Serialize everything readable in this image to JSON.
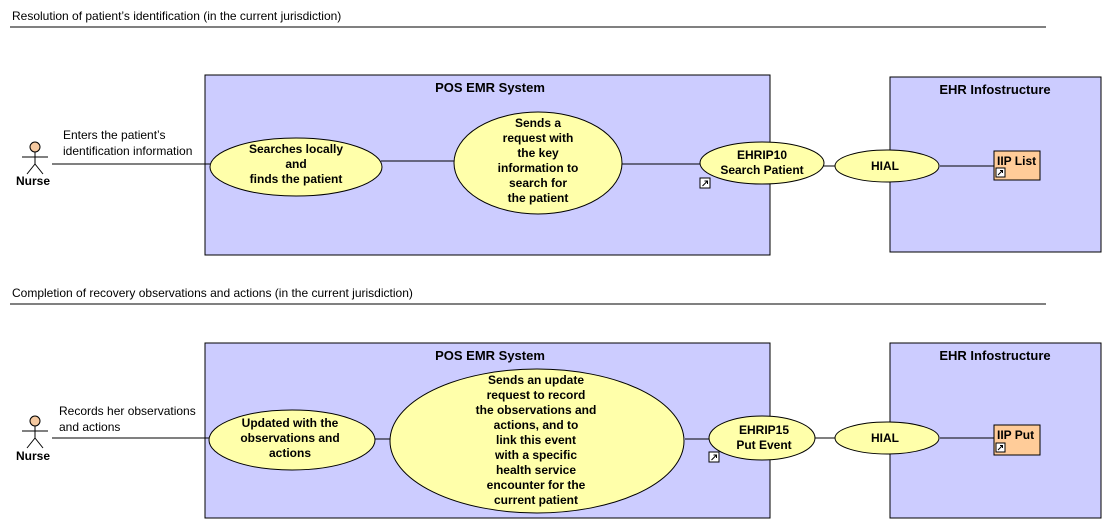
{
  "colors": {
    "system_fill": "#ccccff",
    "usecase_fill": "#ffffaa",
    "artifact_fill": "#ffcc99",
    "actor_fill": "#f5c9a0",
    "line": "#000000"
  },
  "icons": {
    "actor": "stick-figure-actor-icon",
    "link": "shortcut-arrow-icon"
  },
  "scenario1": {
    "title": "Resolution of patient’s identification (in the current jurisdiction)",
    "actor_name": "Nurse",
    "actor_label": [
      "Enters the patient’s",
      "identification information"
    ],
    "system_title": "POS EMR System",
    "uc1": [
      "Searches locally",
      "and",
      "finds the patient"
    ],
    "uc2": [
      "Sends a",
      "request with",
      "the key",
      "information to",
      "search for",
      "the patient"
    ],
    "interaction": [
      "EHRIP10",
      "Search Patient"
    ],
    "ehr_title": "EHR Infostructure",
    "hial": "HIAL",
    "iip": "IIP List"
  },
  "scenario2": {
    "title": "Completion of recovery observations and actions (in the current jurisdiction)",
    "actor_name": "Nurse",
    "actor_label": [
      "Records her observations",
      "and actions"
    ],
    "system_title": "POS EMR System",
    "uc1": [
      "Updated with the",
      "observations and",
      "actions"
    ],
    "uc2": [
      "Sends an update",
      "request to record",
      "the observations and",
      "actions, and to",
      "link this event",
      "with a specific",
      "health service",
      "encounter for the",
      "current patient"
    ],
    "interaction": [
      "EHRIP15",
      "Put Event"
    ],
    "ehr_title": "EHR Infostructure",
    "hial": "HIAL",
    "iip": "IIP Put"
  }
}
